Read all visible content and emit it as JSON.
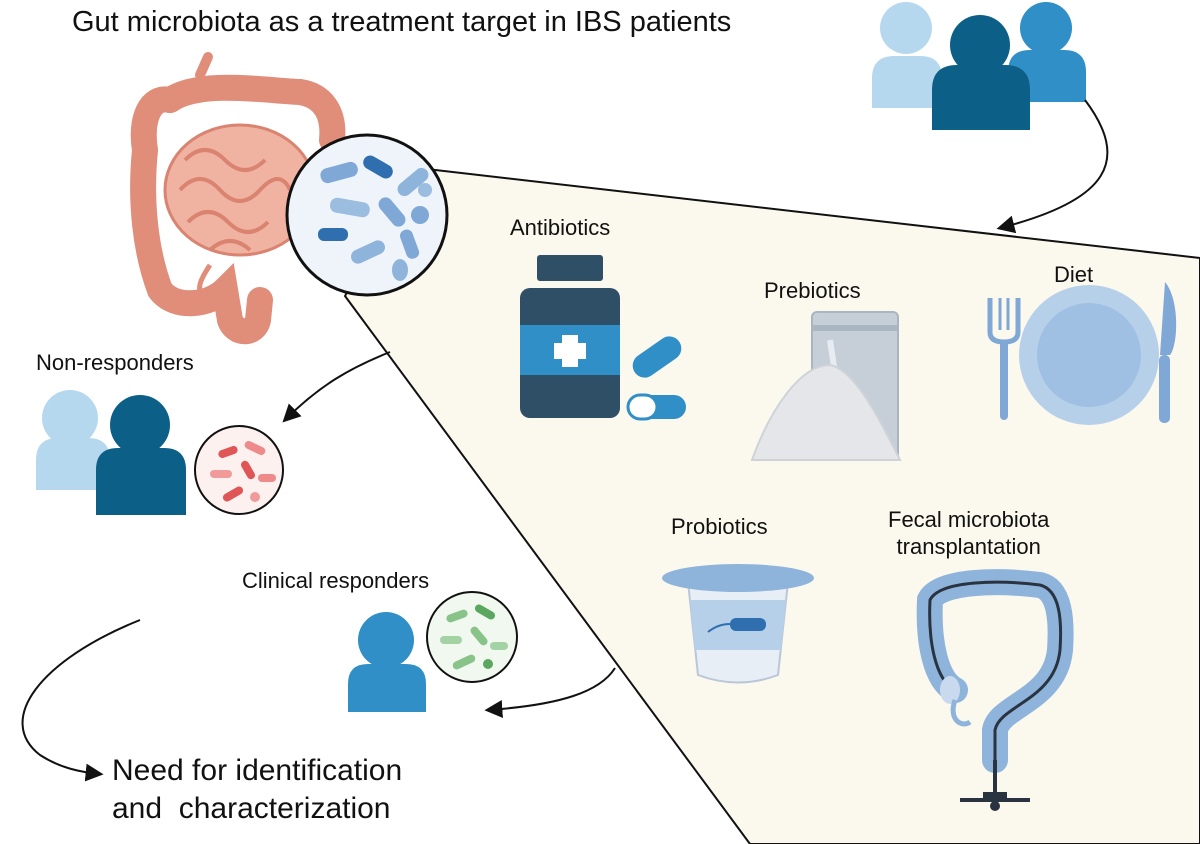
{
  "title": "Gut microbiota as a treatment target in IBS patients",
  "treatments": {
    "antibiotics": "Antibiotics",
    "prebiotics": "Prebiotics",
    "diet": "Diet",
    "probiotics": "Probiotics",
    "fmt_line1": "Fecal microbiota",
    "fmt_line2": "transplantation"
  },
  "outcomes": {
    "non_responders": "Non-responders",
    "clinical_responders": "Clinical responders",
    "need_line1": "Need for identification",
    "need_line2": "and  characterization"
  },
  "colors": {
    "panel_bg": "#fbf8ed",
    "navy": "#0c5f86",
    "mid_blue": "#2f8fc6",
    "light_blue": "#b6d8ee",
    "bottle": "#2f4f66",
    "bacteria_blue": "#7fa8d6",
    "bacteria_red": "#e05555",
    "bacteria_green": "#88c48a",
    "intestine": "#e8a38f"
  }
}
